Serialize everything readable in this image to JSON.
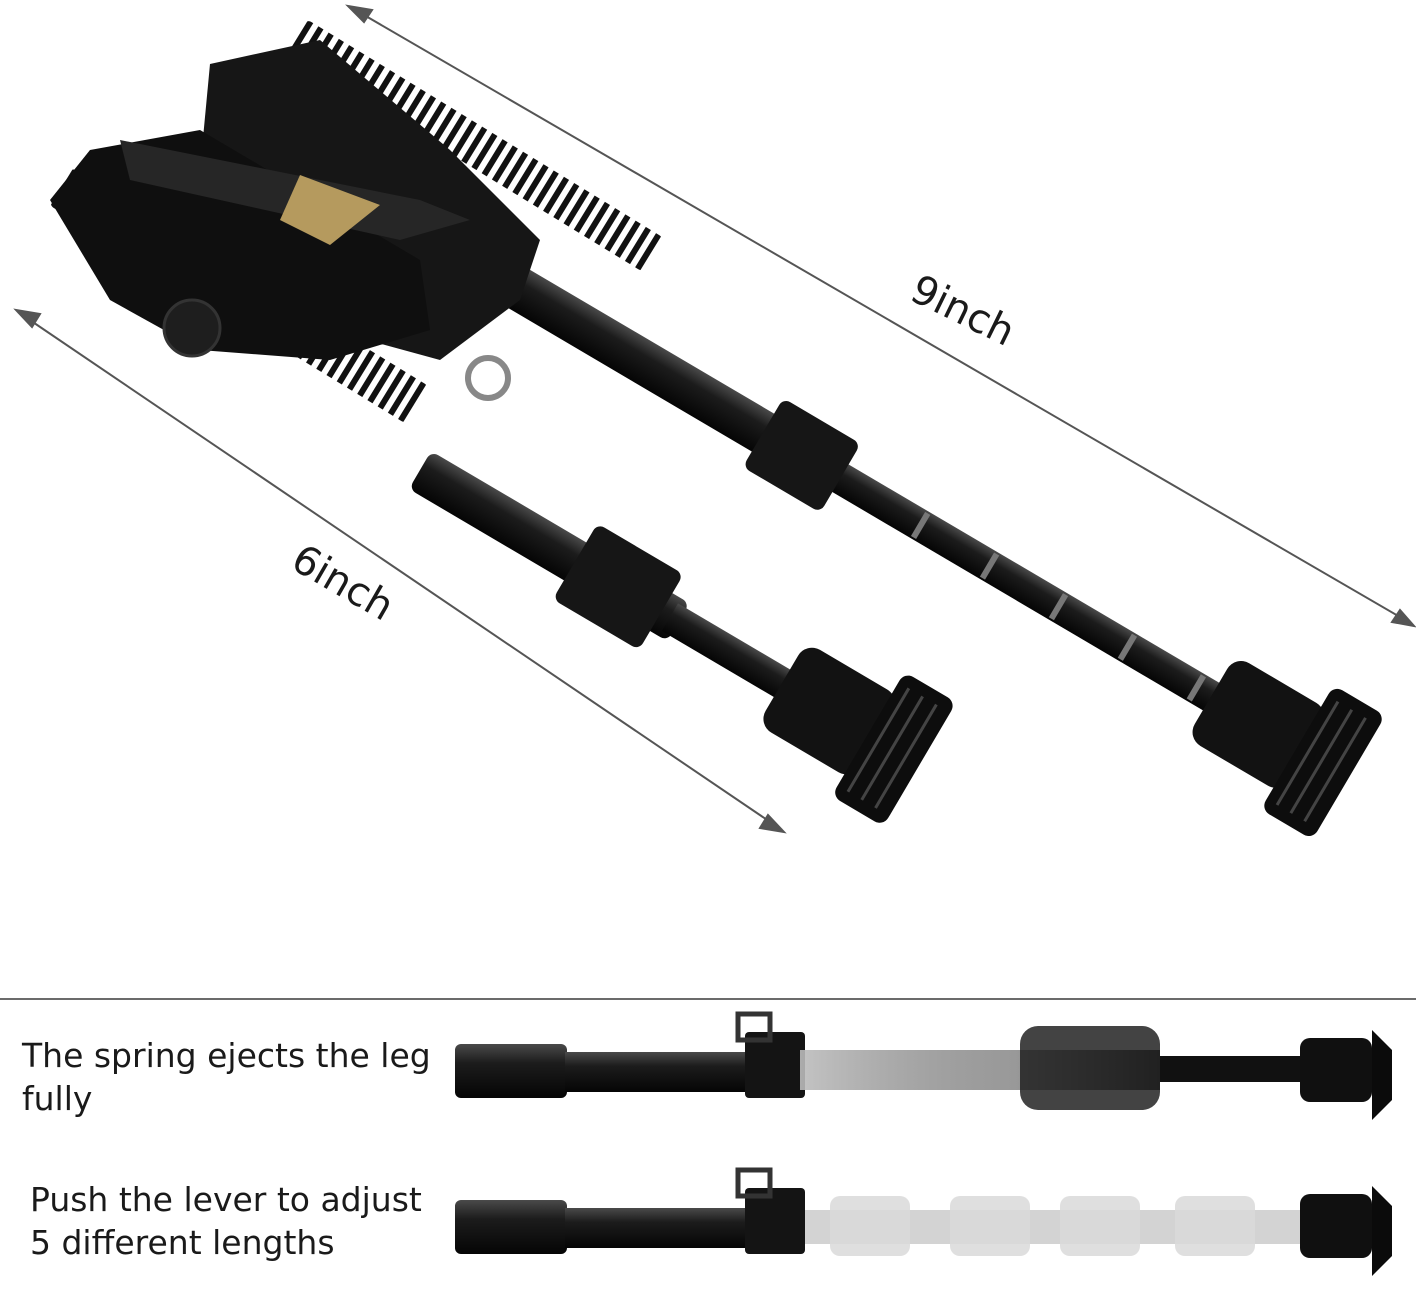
{
  "dimensions": {
    "long_leg": "9inch",
    "short_leg": "6inch"
  },
  "features": [
    {
      "text_line1": "The spring ejects the leg",
      "text_line2": "fully"
    },
    {
      "text_line1": "Push the lever to adjust",
      "text_line2": "5 different lengths"
    }
  ],
  "colors": {
    "metal": "#111111",
    "brass": "#b59a5e",
    "line": "#555555"
  },
  "icons": [
    "bipod-illustration",
    "extending-leg-illustration",
    "length-steps-illustration"
  ]
}
